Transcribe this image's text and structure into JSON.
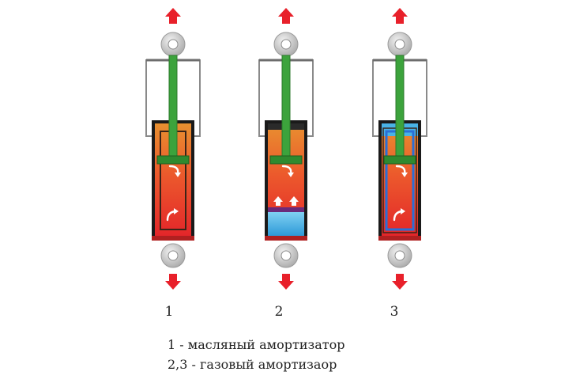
{
  "labels": [
    "1",
    "2",
    "3"
  ],
  "legend": [
    "1 - масляный амортизатор",
    "2,3 - газовый амортизаор"
  ],
  "colors": {
    "arrow": "#e8202a",
    "outer_shell": "#8a8a8a",
    "body_dark": "#1a1a1a",
    "oil_top": "#e8892a",
    "oil_bottom": "#e8352a",
    "rod": "#3ca33c",
    "gas": "#49b3e6",
    "blue_tube": "#2a6fd6",
    "eye": "#c9c9c9"
  },
  "icons": [
    "arrow-up-icon",
    "arrow-down-icon",
    "flow-arrow-icon",
    "eye-mount-icon"
  ]
}
